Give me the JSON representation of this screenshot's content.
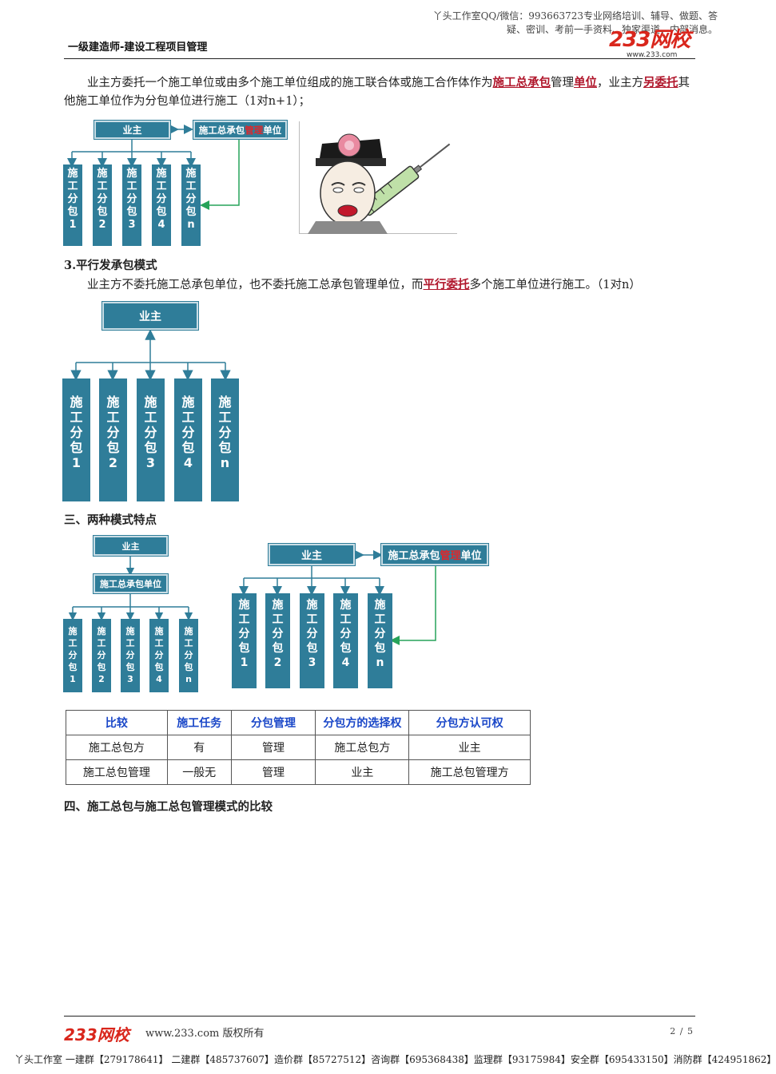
{
  "header": {
    "note": "丫头工作室QQ/微信：993663723专业网络培训、辅导、做题、答疑、密训、考前一手资料、独家渠道、内部消息。",
    "doc_title": "一级建造师-建设工程项目管理",
    "logo_main": "233网校",
    "logo_url": "www.233.com"
  },
  "section_total_mgmt": {
    "p1": "业主方委托一个施工单位或由多个施工单位组成的施工联合体或施工合作体作为",
    "p1_hl1": "施工总承包",
    "p1_mid": "管理",
    "p1_hl2": "单位",
    "p1_end": "，业主方",
    "p1_hl3": "另委托",
    "p1_tail": "其他施工单位作为分包单位进行施工（1对n+1）；",
    "diagram": {
      "owner": "业主",
      "gc_pre": "施工总承包",
      "gc_red": "管理",
      "gc_post": "单位",
      "subs": [
        [
          "施",
          "工",
          "分",
          "包",
          "1"
        ],
        [
          "施",
          "工",
          "分",
          "包",
          "2"
        ],
        [
          "施",
          "工",
          "分",
          "包",
          "3"
        ],
        [
          "施",
          "工",
          "分",
          "包",
          "4"
        ],
        [
          "施",
          "工",
          "分",
          "包",
          "n"
        ]
      ]
    }
  },
  "section_parallel": {
    "heading": "3.平行发承包模式",
    "p_pre": "业主方不委托施工总承包单位，也不委托施工总承包管理单位，而",
    "p_hl": "平行委托",
    "p_post": "多个施工单位进行施工。（1对n）",
    "owner": "业主",
    "subs": [
      [
        "施",
        "工",
        "分",
        "包",
        "1"
      ],
      [
        "施",
        "工",
        "分",
        "包",
        "2"
      ],
      [
        "施",
        "工",
        "分",
        "包",
        "3"
      ],
      [
        "施",
        "工",
        "分",
        "包",
        "4"
      ],
      [
        "施",
        "工",
        "分",
        "包",
        "n"
      ]
    ]
  },
  "section_features": {
    "heading": "三、两种模式特点",
    "left": {
      "owner": "业主",
      "gc": "施工总承包单位",
      "subs": [
        [
          "施",
          "工",
          "分",
          "包",
          "1"
        ],
        [
          "施",
          "工",
          "分",
          "包",
          "2"
        ],
        [
          "施",
          "工",
          "分",
          "包",
          "3"
        ],
        [
          "施",
          "工",
          "分",
          "包",
          "4"
        ],
        [
          "施",
          "工",
          "分",
          "包",
          "n"
        ]
      ]
    },
    "right": {
      "owner": "业主",
      "gc_pre": "施工总承包",
      "gc_red": "管理",
      "gc_post": "单位",
      "subs": [
        [
          "施",
          "工",
          "分",
          "包",
          "1"
        ],
        [
          "施",
          "工",
          "分",
          "包",
          "2"
        ],
        [
          "施",
          "工",
          "分",
          "包",
          "3"
        ],
        [
          "施",
          "工",
          "分",
          "包",
          "4"
        ],
        [
          "施",
          "工",
          "分",
          "包",
          "n"
        ]
      ]
    },
    "table": {
      "headers": [
        "比较",
        "施工任务",
        "分包管理",
        "分包方的选择权",
        "分包方认可权"
      ],
      "rows": [
        [
          "施工总包方",
          "有",
          "管理",
          "施工总包方",
          "业主"
        ],
        [
          "施工总包管理",
          "一般无",
          "管理",
          "业主",
          "施工总包管理方"
        ]
      ]
    }
  },
  "section_compare": {
    "heading": "四、施工总包与施工总包管理模式的比较"
  },
  "footer": {
    "logo": "233网校",
    "text": "www.233.com 版权所有",
    "page": "2 / 5",
    "groups": "丫头工作室 一建群【279178641】 二建群【485737607】造价群【85727512】咨询群【695368438】监理群【93175984】安全群【695433150】消防群【424951862】"
  },
  "colors": {
    "box": "#2f7d99",
    "green_arrow": "#27a35a",
    "highlight": "#b0162b",
    "table_header": "#1a47c8"
  }
}
